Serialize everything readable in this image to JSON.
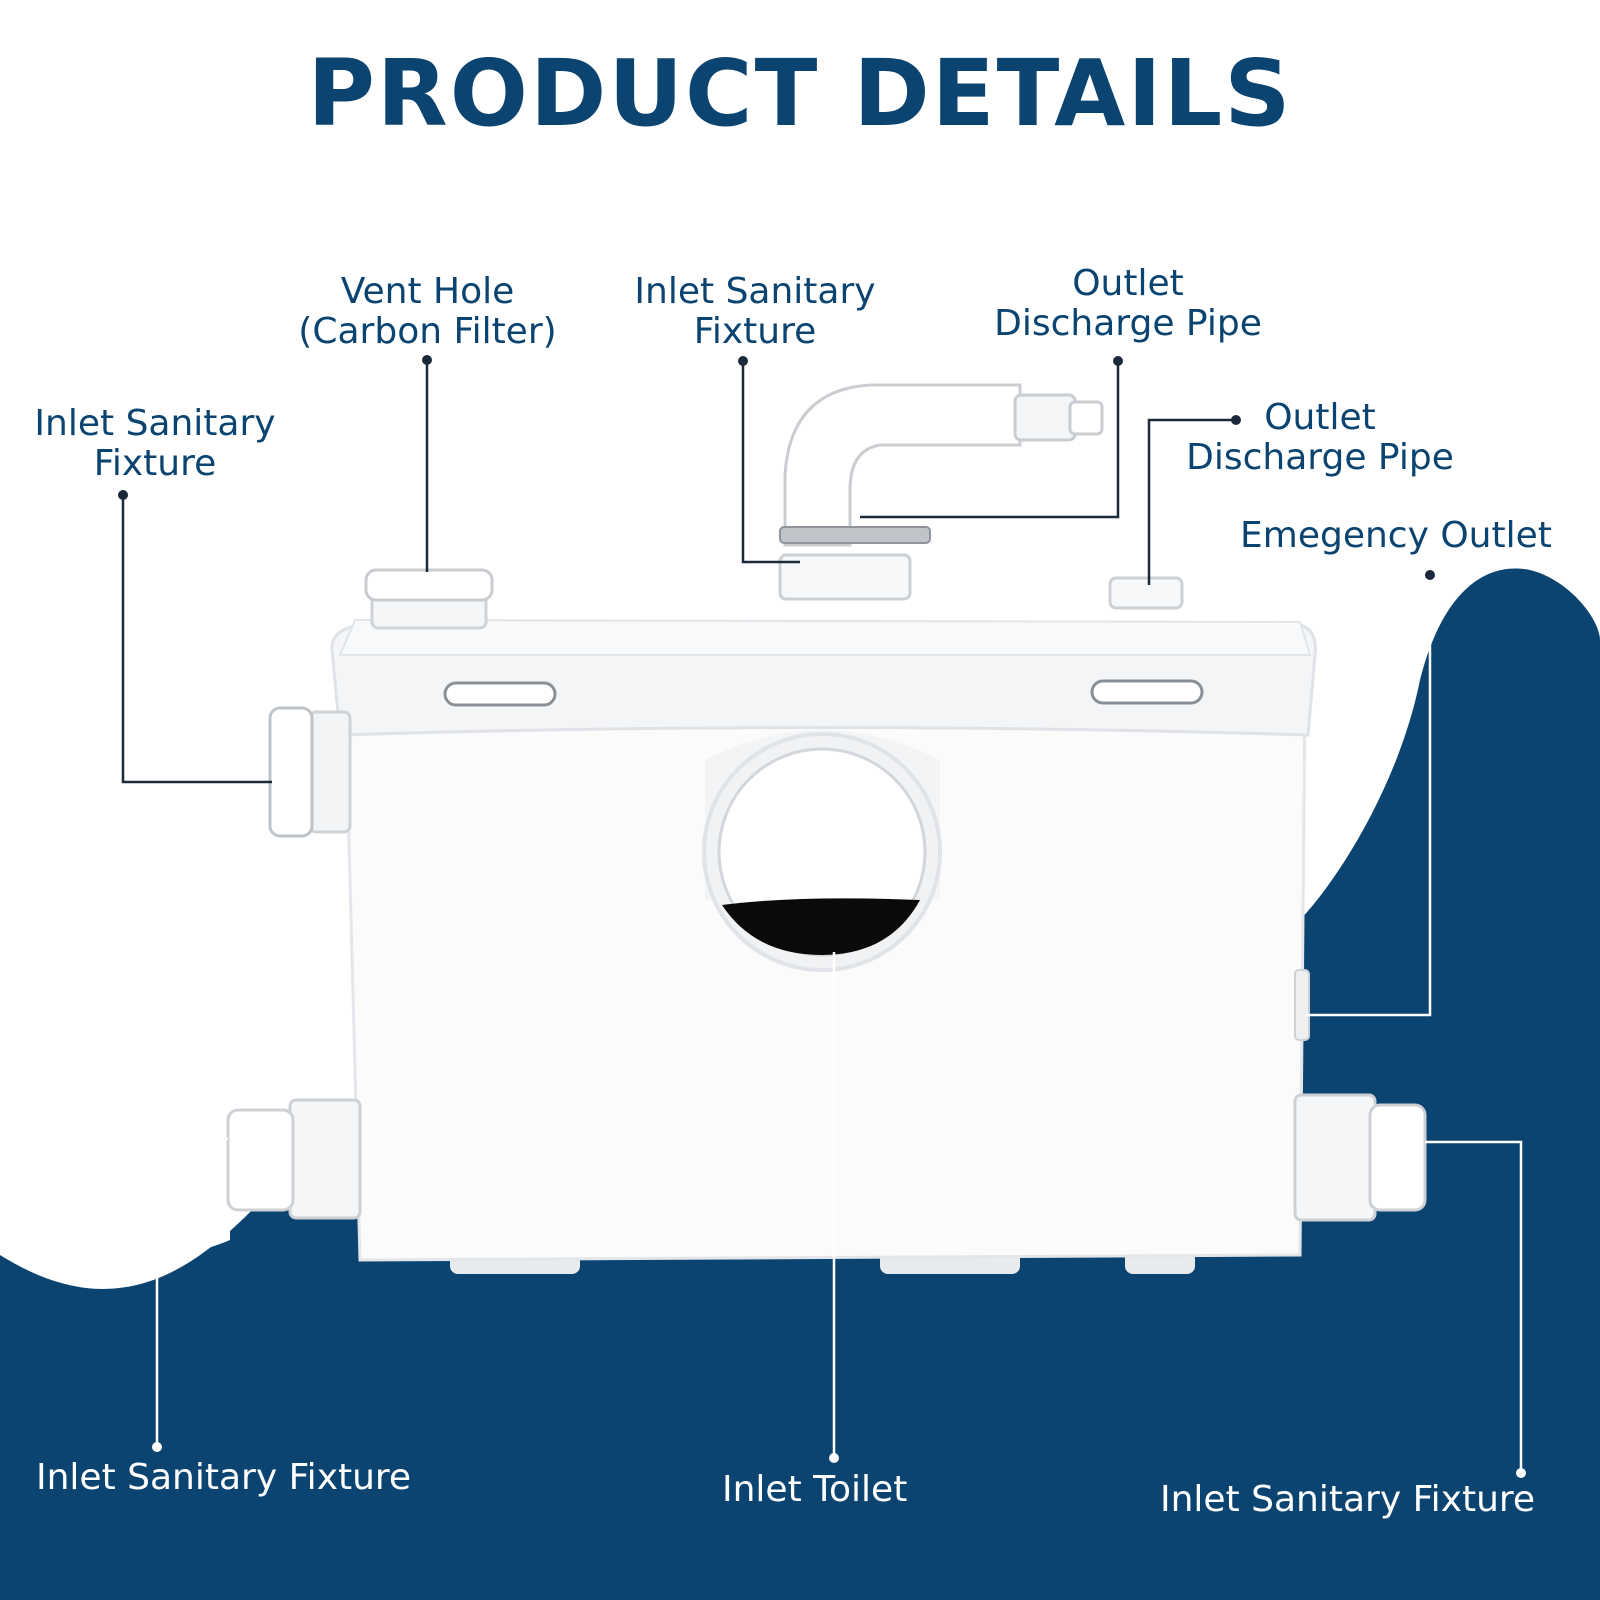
{
  "title": "PRODUCT DETAILS",
  "colors": {
    "navy": "#0b4470",
    "white": "#ffffff",
    "label": "#0b4470"
  },
  "labels": {
    "vent_hole": [
      "Vent Hole",
      "(Carbon Filter)"
    ],
    "inlet_top": [
      "Inlet Sanitary",
      "Fixture"
    ],
    "outlet_top": [
      "Outlet",
      "Discharge Pipe"
    ],
    "outlet_right": [
      "Outlet",
      "Discharge Pipe"
    ],
    "inlet_left_side": [
      "Inlet Sanitary",
      "Fixture"
    ],
    "emergency_outlet": "Emegency Outlet",
    "inlet_bottom_left": "Inlet Sanitary Fixture",
    "inlet_toilet": "Inlet Toilet",
    "inlet_bottom_right": "Inlet Sanitary Fixture"
  }
}
